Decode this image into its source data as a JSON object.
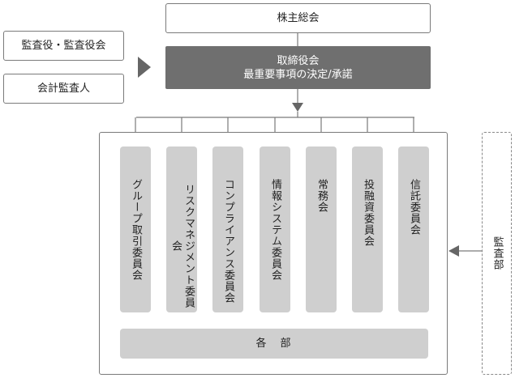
{
  "top": {
    "shareholders": "株主総会",
    "board_line1": "取締役会",
    "board_line2": "最重要事項の決定/承諾"
  },
  "left": {
    "audit_board": "監査役・監査役会",
    "accounting_auditor": "会計監査人"
  },
  "right": {
    "audit_dept": "監査部"
  },
  "committees": [
    "グループ取引委員会",
    "リスクマネジメント委員会",
    "コンプライアンス委員会",
    "情報システム委員会",
    "常務会",
    "投融資委員会",
    "信託委員会"
  ],
  "bottom": {
    "departments": "各　部"
  },
  "colors": {
    "board_fill": "#6f6f6f",
    "committee_fill": "#cfcfcf",
    "line": "#7a7a7a",
    "arrow": "#666666"
  }
}
